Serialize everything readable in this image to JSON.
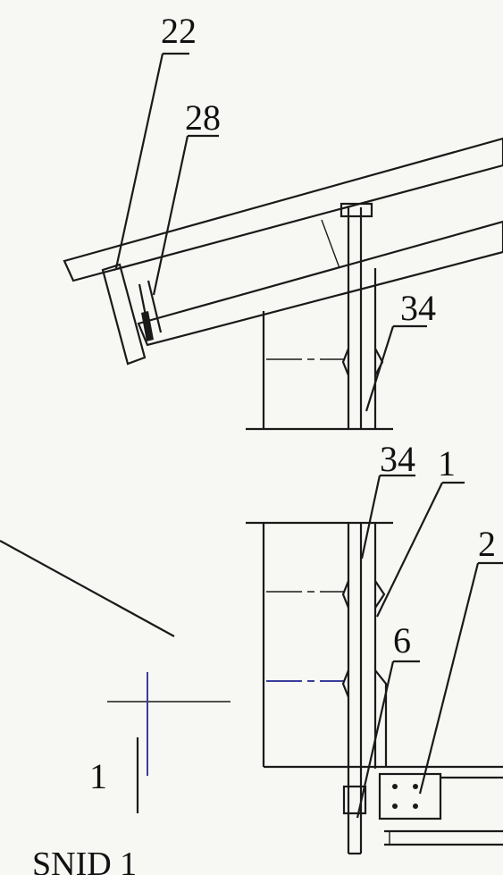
{
  "labels": {
    "l22": "22",
    "l28": "28",
    "l34a": "34",
    "l34b": "34",
    "l1": "1",
    "l2": "2",
    "l6": "6",
    "section_mark": "1",
    "caption": "SNID 1"
  },
  "colors": {
    "line": "#1a1a1a",
    "accent": "#3a3f9a",
    "paper": "#f7f7f4"
  }
}
